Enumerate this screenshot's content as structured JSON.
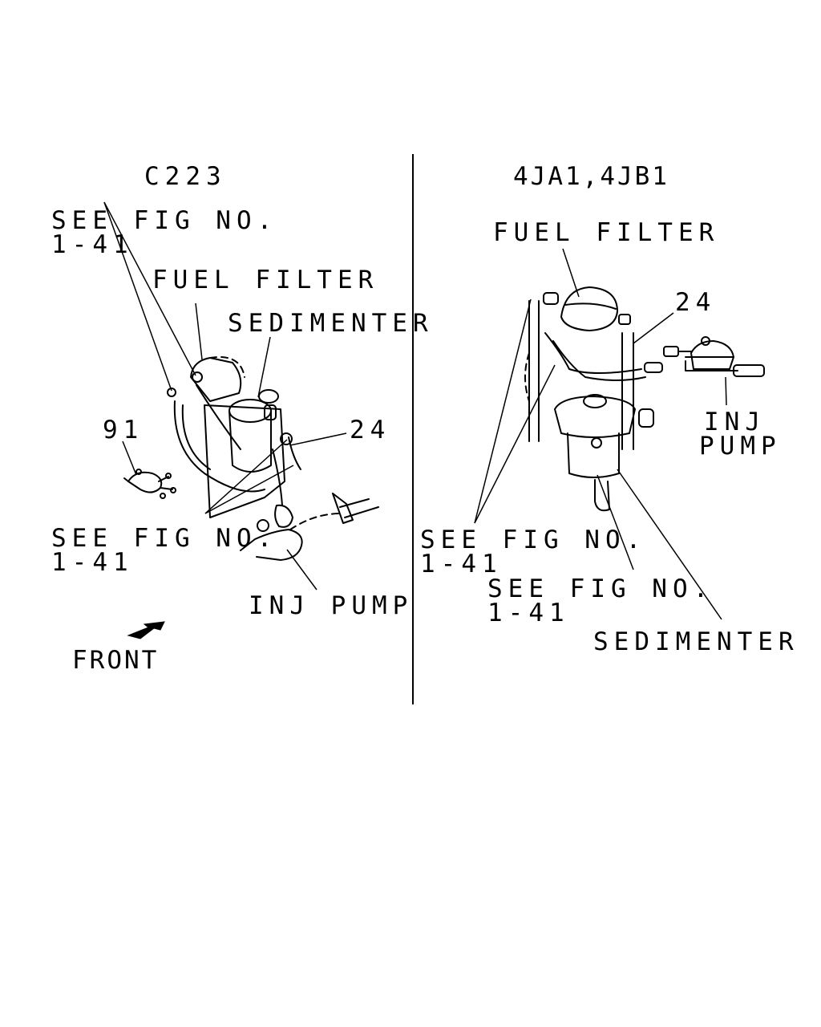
{
  "left_panel": {
    "heading": "C223",
    "labels": {
      "see_fig_top_line1": "SEE FIG NO.",
      "see_fig_top_line2": "1-41",
      "fuel_filter": "FUEL FILTER",
      "sedimenter": "SEDIMENTER",
      "callout_91": "91",
      "callout_24": "24",
      "see_fig_bottom_line1": "SEE FIG NO.",
      "see_fig_bottom_line2": "1-41",
      "inj_pump": "INJ PUMP",
      "front": "FRONT"
    }
  },
  "right_panel": {
    "heading": "4JA1,4JB1",
    "labels": {
      "fuel_filter": "FUEL FILTER",
      "callout_24": "24",
      "inj_pump_line1": "INJ",
      "inj_pump_line2": "PUMP",
      "see_fig_a_line1": "SEE FIG NO.",
      "see_fig_a_line2": "1-41",
      "see_fig_b_line1": "SEE FIG NO.",
      "see_fig_b_line2": "1-41",
      "sedimenter": "SEDIMENTER"
    }
  },
  "colors": {
    "ink": "#000000",
    "paper": "#ffffff"
  }
}
